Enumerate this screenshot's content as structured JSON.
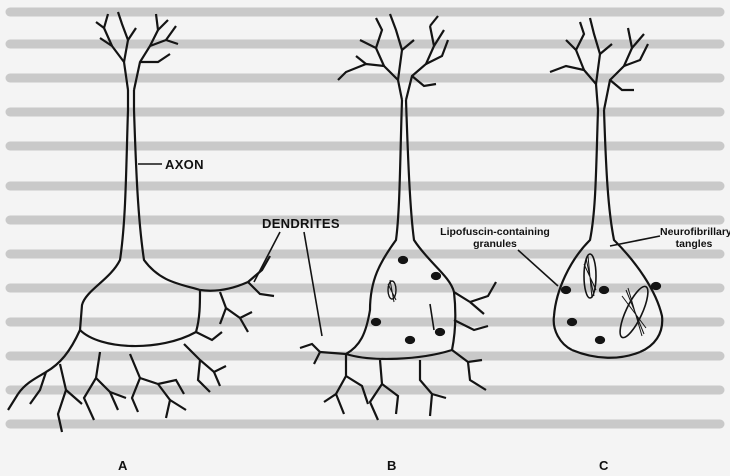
{
  "labels": {
    "axon": "AXON",
    "dendrites": "DENDRITES",
    "lipofuscin": "Lipofuscin-containing granules",
    "neurofibrillary": "Neurofibrillary tangles"
  },
  "panels": [
    "A",
    "B",
    "C"
  ],
  "colors": {
    "ink": "#141414",
    "background": "#f4f4f4",
    "bleed_text": "#c9c9c9"
  }
}
